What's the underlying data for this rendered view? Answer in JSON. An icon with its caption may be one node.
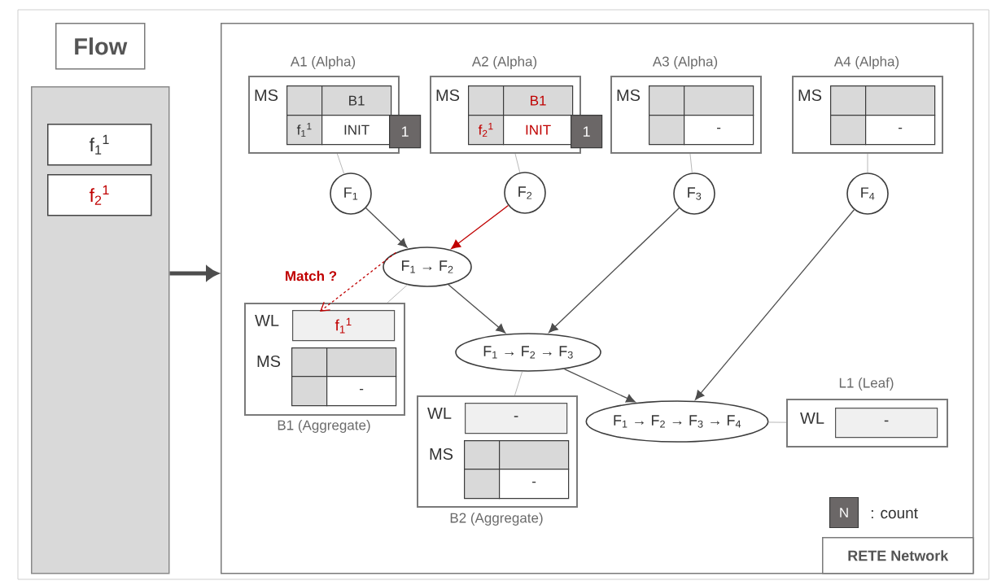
{
  "diagram": {
    "nodes": [
      {
        "text": [
          "Flow"
        ]
      },
      {
        "text": [],
        "shape": "box"
      },
      {
        "text": [
          "f$_{1}$$^{1}$"
        ],
        "in": 1
      },
      {
        "text": [
          "f$_{2}$$^{1}$"
        ],
        "in": 1
      },
      {
        "text": [],
        "shape": "box"
      },
      {
        "text": [
          "RETE Network"
        ],
        "in": 4
      },
      {
        "text": [
          "A1 (Alpha)",
          "MS",
          "B1",
          "f$_{1}$$^{1}$",
          "INIT",
          "1"
        ],
        "in": 4
      },
      {
        "text": [
          "A2 (Alpha)",
          "MS",
          "B1",
          "f$_{2}$$^{1}$",
          "INIT",
          "1"
        ],
        "in": 4
      },
      {
        "text": [
          "A3 (Alpha)",
          "MS",
          "-"
        ],
        "in": 4
      },
      {
        "text": [
          "A4 (Alpha)",
          "MS",
          "-"
        ],
        "in": 4
      },
      {
        "text": [
          "F$_{1}$"
        ],
        "in": 4
      },
      {
        "text": [
          "F$_{2}$"
        ],
        "in": 4
      },
      {
        "text": [
          "F$_{3}$"
        ],
        "in": 4
      },
      {
        "text": [
          "F$_{4}$"
        ],
        "in": 4
      },
      {
        "text": [
          "F$_{1}$ → F$_{2}$"
        ],
        "in": 4
      },
      {
        "text": [
          "B1 (Aggregate)",
          "WL",
          "f$_{1}$$^{1}$",
          "MS",
          "-"
        ],
        "in": 4
      },
      {
        "text": [
          "F$_{1}$ → F$_{2}$ → F$_{3}$"
        ],
        "in": 4
      },
      {
        "text": [
          "B2 (Aggregate)",
          "WL",
          "-",
          "MS",
          "-"
        ],
        "in": 4
      },
      {
        "text": [
          "F$_{1}$ → F$_{2}$ → F$_{3}$ → F$_{4}$"
        ],
        "in": 4
      },
      {
        "text": [
          "L1 (Leaf)",
          "WL",
          "-"
        ],
        "in": 4
      }
    ],
    "edges": [
      {
        "from": 1,
        "to": 4,
        "arrow": "to",
        "style": "thick",
        "color": "#4d4d4d"
      },
      {
        "from": 6,
        "to": 10,
        "arrow": "none"
      },
      {
        "from": 7,
        "to": 11,
        "arrow": "none"
      },
      {
        "from": 8,
        "to": 12,
        "arrow": "none"
      },
      {
        "from": 9,
        "to": 13,
        "arrow": "none"
      },
      {
        "from": 10,
        "to": 14,
        "arrow": "to",
        "color": "#4d4d4d"
      },
      {
        "from": 11,
        "to": 14,
        "arrow": "to",
        "color": "#c00000"
      },
      {
        "from": 12,
        "to": 16,
        "arrow": "to",
        "color": "#4d4d4d"
      },
      {
        "from": 13,
        "to": 18,
        "arrow": "to",
        "color": "#4d4d4d"
      },
      {
        "from": 14,
        "to": 16,
        "arrow": "to",
        "color": "#4d4d4d"
      },
      {
        "from": 14,
        "to": 15,
        "arrow": "none"
      },
      {
        "from": 14,
        "to": 15,
        "arrow": "to",
        "label": "Match ?",
        "style": "dashed",
        "color": "#c00000"
      },
      {
        "from": 16,
        "to": 17,
        "arrow": "none"
      },
      {
        "from": 16,
        "to": 18,
        "arrow": "to",
        "color": "#4d4d4d"
      },
      {
        "from": 18,
        "to": 19,
        "arrow": "none"
      }
    ],
    "labels": [
      "N"
    ],
    "legend": [
      {
        "text": ": count",
        "color": "#6b6767"
      }
    ]
  }
}
